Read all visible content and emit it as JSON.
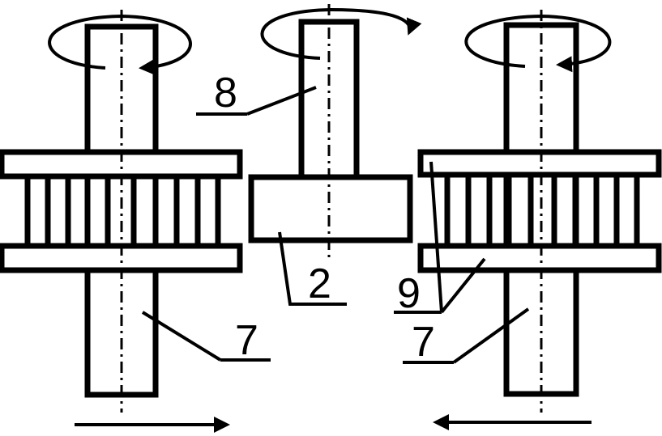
{
  "labels": {
    "left_shaft": "7",
    "center_shaft": "8",
    "center_disc": "2",
    "right_rings": "9",
    "right_shaft": "7"
  },
  "colors": {
    "line": "#000000",
    "background": "#ffffff"
  }
}
